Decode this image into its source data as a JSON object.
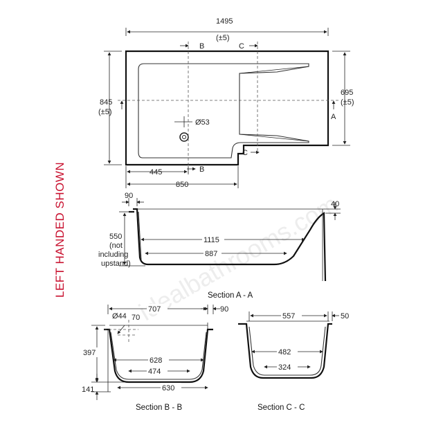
{
  "side_label": "LEFT HANDED SHOWN",
  "watermark": "idealbathrooms.com",
  "plan": {
    "overall_width": "1495",
    "overall_width_tol": "(±5)",
    "height_left": "845",
    "height_left_tol": "(±5)",
    "height_right": "695",
    "height_right_tol": "(±5)",
    "waste_dia": "Ø53",
    "dim_445": "445",
    "dim_850": "850",
    "marker_b": "B",
    "marker_c": "C",
    "marker_a": "A"
  },
  "section_aa": {
    "title": "Section A - A",
    "dim_90": "90",
    "dim_40": "40",
    "dim_1115": "1115",
    "dim_887": "887",
    "height_value": "550",
    "height_note1": "(not",
    "height_note2": "including",
    "height_note3": "upstand)"
  },
  "section_bb": {
    "title": "Section B - B",
    "dim_707": "707",
    "dim_90": "90",
    "dim_44": "Ø44",
    "dim_70": "70",
    "dim_397": "397",
    "dim_141": "141",
    "dim_628": "628",
    "dim_474": "474",
    "dim_630": "630"
  },
  "section_cc": {
    "title": "Section C - C",
    "dim_557": "557",
    "dim_50": "50",
    "dim_482": "482",
    "dim_324": "324"
  }
}
